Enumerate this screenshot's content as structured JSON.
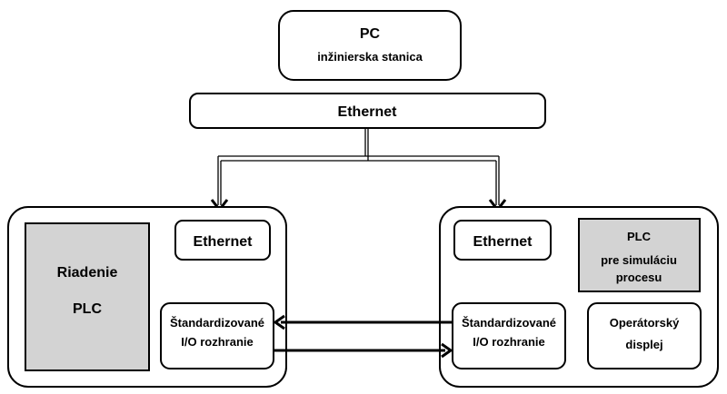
{
  "pc": {
    "title": "PC",
    "subtitle": "inžinierska stanica"
  },
  "ethernet_bus": {
    "label": "Ethernet"
  },
  "left_station": {
    "controller": {
      "line1": "Riadenie",
      "line2": "PLC"
    },
    "ethernet": "Ethernet",
    "io": {
      "line1": "Štandardizované",
      "line2": "I/O rozhranie"
    }
  },
  "right_station": {
    "ethernet": "Ethernet",
    "plc_sim": {
      "line1": "PLC",
      "line2": "pre simuláciu",
      "line3": "procesu"
    },
    "io": {
      "line1": "Štandardizované",
      "line2": "I/O rozhranie"
    },
    "operator_display": {
      "line1": "Operátorský",
      "line2": "displej"
    }
  },
  "colors": {
    "stroke": "#000000",
    "gray_fill": "#d3d3d3",
    "background": "#ffffff"
  }
}
